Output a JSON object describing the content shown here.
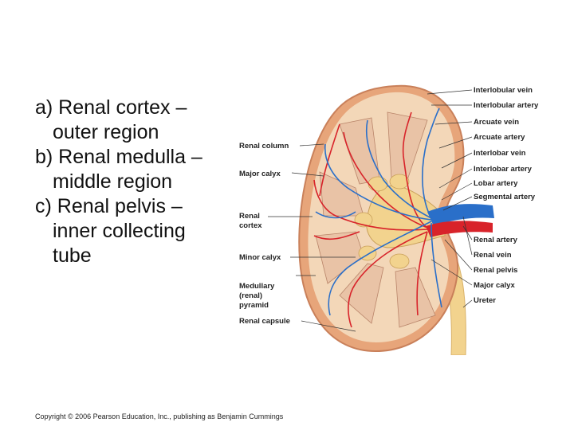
{
  "bullets": [
    {
      "line1": "a) Renal cortex –",
      "line2": "outer region",
      "line3": ""
    },
    {
      "line1": "b) Renal medulla –",
      "line2": "middle region",
      "line3": ""
    },
    {
      "line1": "c) Renal pelvis –",
      "line2": "inner collecting",
      "line3": "tube"
    }
  ],
  "figure": {
    "left_labels": {
      "renal_column": "Renal column",
      "major_calyx": "Major calyx",
      "renal_cortex_1": "Renal",
      "renal_cortex_2": "cortex",
      "minor_calyx": "Minor calyx",
      "medullary_1": "Medullary",
      "medullary_2": "(renal)",
      "medullary_3": "pyramid",
      "renal_capsule": "Renal capsule"
    },
    "right_labels": {
      "interlobular_vein": "Interlobular vein",
      "interlobular_artery": "Interlobular artery",
      "arcuate_vein": "Arcuate vein",
      "arcuate_artery": "Arcuate artery",
      "interlobar_vein": "Interlobar vein",
      "interlobar_artery": "Interlobar artery",
      "lobar_artery": "Lobar artery",
      "segmental_artery": "Segmental artery",
      "renal_artery": "Renal artery",
      "renal_vein": "Renal vein",
      "renal_pelvis": "Renal pelvis",
      "major_calyx": "Major calyx",
      "ureter": "Ureter"
    },
    "colors": {
      "artery": "#d8232a",
      "vein": "#2a6fc9",
      "cortex": "#f3d7b8",
      "capsule": "#e7a57a",
      "pelvis": "#f2d38e",
      "pyramid": "#e9c3a6"
    }
  },
  "copyright": "Copyright © 2006 Pearson Education, Inc., publishing as Benjamin Cummings"
}
